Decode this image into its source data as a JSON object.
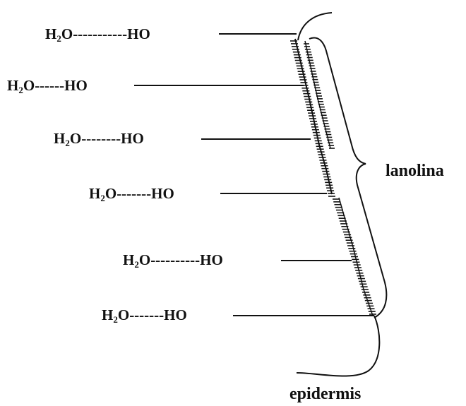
{
  "bonds": [
    {
      "water_main": "H",
      "water_sub": "2",
      "water_tail": "O",
      "dashes": "-----------",
      "hydroxyl": "HO"
    },
    {
      "water_main": "H",
      "water_sub": "2",
      "water_tail": "O",
      "dashes": "------",
      "hydroxyl": "HO"
    },
    {
      "water_main": "H",
      "water_sub": "2",
      "water_tail": "O",
      "dashes": "--------",
      "hydroxyl": "HO"
    },
    {
      "water_main": "H",
      "water_sub": "2",
      "water_tail": "O",
      "dashes": "-------",
      "hydroxyl": "HO"
    },
    {
      "water_main": "H",
      "water_sub": "2",
      "water_tail": "O",
      "dashes": "----------",
      "hydroxyl": "HO"
    },
    {
      "water_main": "H",
      "water_sub": "2",
      "water_tail": "O",
      "dashes": "-------",
      "hydroxyl": "HO"
    }
  ],
  "labels": {
    "lanolin": "lanolina",
    "epidermis": "epidermis"
  },
  "colors": {
    "ink": "#111111",
    "background": "#ffffff"
  }
}
